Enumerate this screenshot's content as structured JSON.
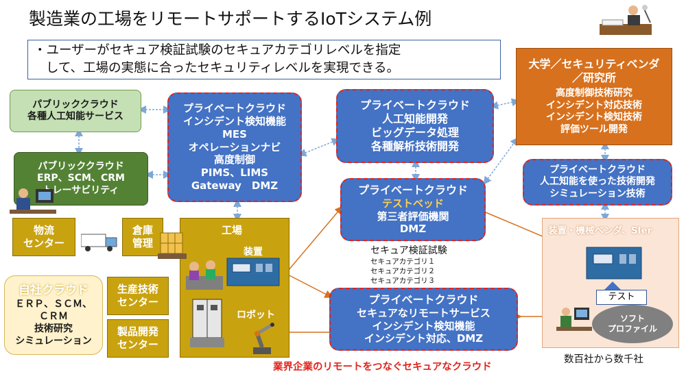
{
  "title": "製造業の工場をリモートサポートするIoTシステム例",
  "bullet": {
    "line1": "・ユーザーがセキュア検証試験のセキュアカテゴリレベルを指定",
    "line2": "して、工場の実態に合ったセキュリティレベルを実現できる。"
  },
  "public_cloud_ai": {
    "title": "パブリッククラウド",
    "line1": "各種人工知能サービス"
  },
  "public_cloud_erp": {
    "title": "パブリッククラウド",
    "line1": "ERP、SCM、CRM",
    "line2": "トレーサビリティ"
  },
  "private_cloud_factory": {
    "title": "プライベートクラウド",
    "lines": [
      "インシデント検知機能",
      "MES",
      "オペレーションナビ",
      "高度制御",
      "PIMS、LIMS",
      "Gateway　DMZ"
    ]
  },
  "private_cloud_ai": {
    "title": "プライベートクラウド",
    "lines": [
      "人工知能開発",
      "ビッグデータ処理",
      "各種解析技術開発"
    ]
  },
  "university": {
    "title1": "大学／セキュリティベンダ",
    "title2": "／研究所",
    "lines": [
      "高度制御技術研究",
      "インシデント対応技術",
      "インシデント検知技術",
      "評価ツール開発"
    ]
  },
  "private_cloud_sim": {
    "title": "プライベートクラウド",
    "lines": [
      "人工知能を使った技術開発",
      "シミュレーション技術"
    ]
  },
  "private_cloud_testbed": {
    "title": "プライベートクラウド",
    "testbed": "テストベッド",
    "lines": [
      "第三者評価機関",
      "DMZ"
    ]
  },
  "secure_test": {
    "title": "セキュア検証試験",
    "categories": [
      "セキュアカテゴリ１",
      "セキュアカテゴリ２",
      "セキュアカテゴリ３"
    ]
  },
  "private_cloud_remote": {
    "title": "プライベートクラウド",
    "lines": [
      "セキュアなリモートサービス",
      "インシデント検知機能",
      "インシデント対応、DMZ"
    ]
  },
  "footer_caption": "業界企業のリモートをつなぐセキュアなクラウド",
  "vendors": {
    "title": "装置・機械ベンダ、SIer",
    "test": "テスト",
    "profile1": "ソフト",
    "profile2": "プロファイル",
    "count": "数百社から数千社"
  },
  "factory": {
    "title": "工場",
    "device": "装置",
    "robot": "ロボット"
  },
  "logistics": {
    "line1": "物流",
    "line2": "センター"
  },
  "warehouse": {
    "line1": "倉庫",
    "line2": "管理"
  },
  "own_cloud": {
    "title": "自社クラウド",
    "line1": "ＥＲＰ、ＳＣＭ、",
    "line2": "ＣＲＭ",
    "line3": "技術研究",
    "line4": "シミュレーション"
  },
  "production_center": {
    "line1": "生産技術",
    "line2": "センター"
  },
  "product_center": {
    "line1": "製品開発",
    "line2": "センター"
  },
  "colors": {
    "blue_cloud": "#4472c4",
    "dashed_border": "#e0241c",
    "orange": "#d7711e",
    "gold": "#c9a20f",
    "connector_blue": "#7fa7d9",
    "connector_orange": "#d7711e"
  }
}
